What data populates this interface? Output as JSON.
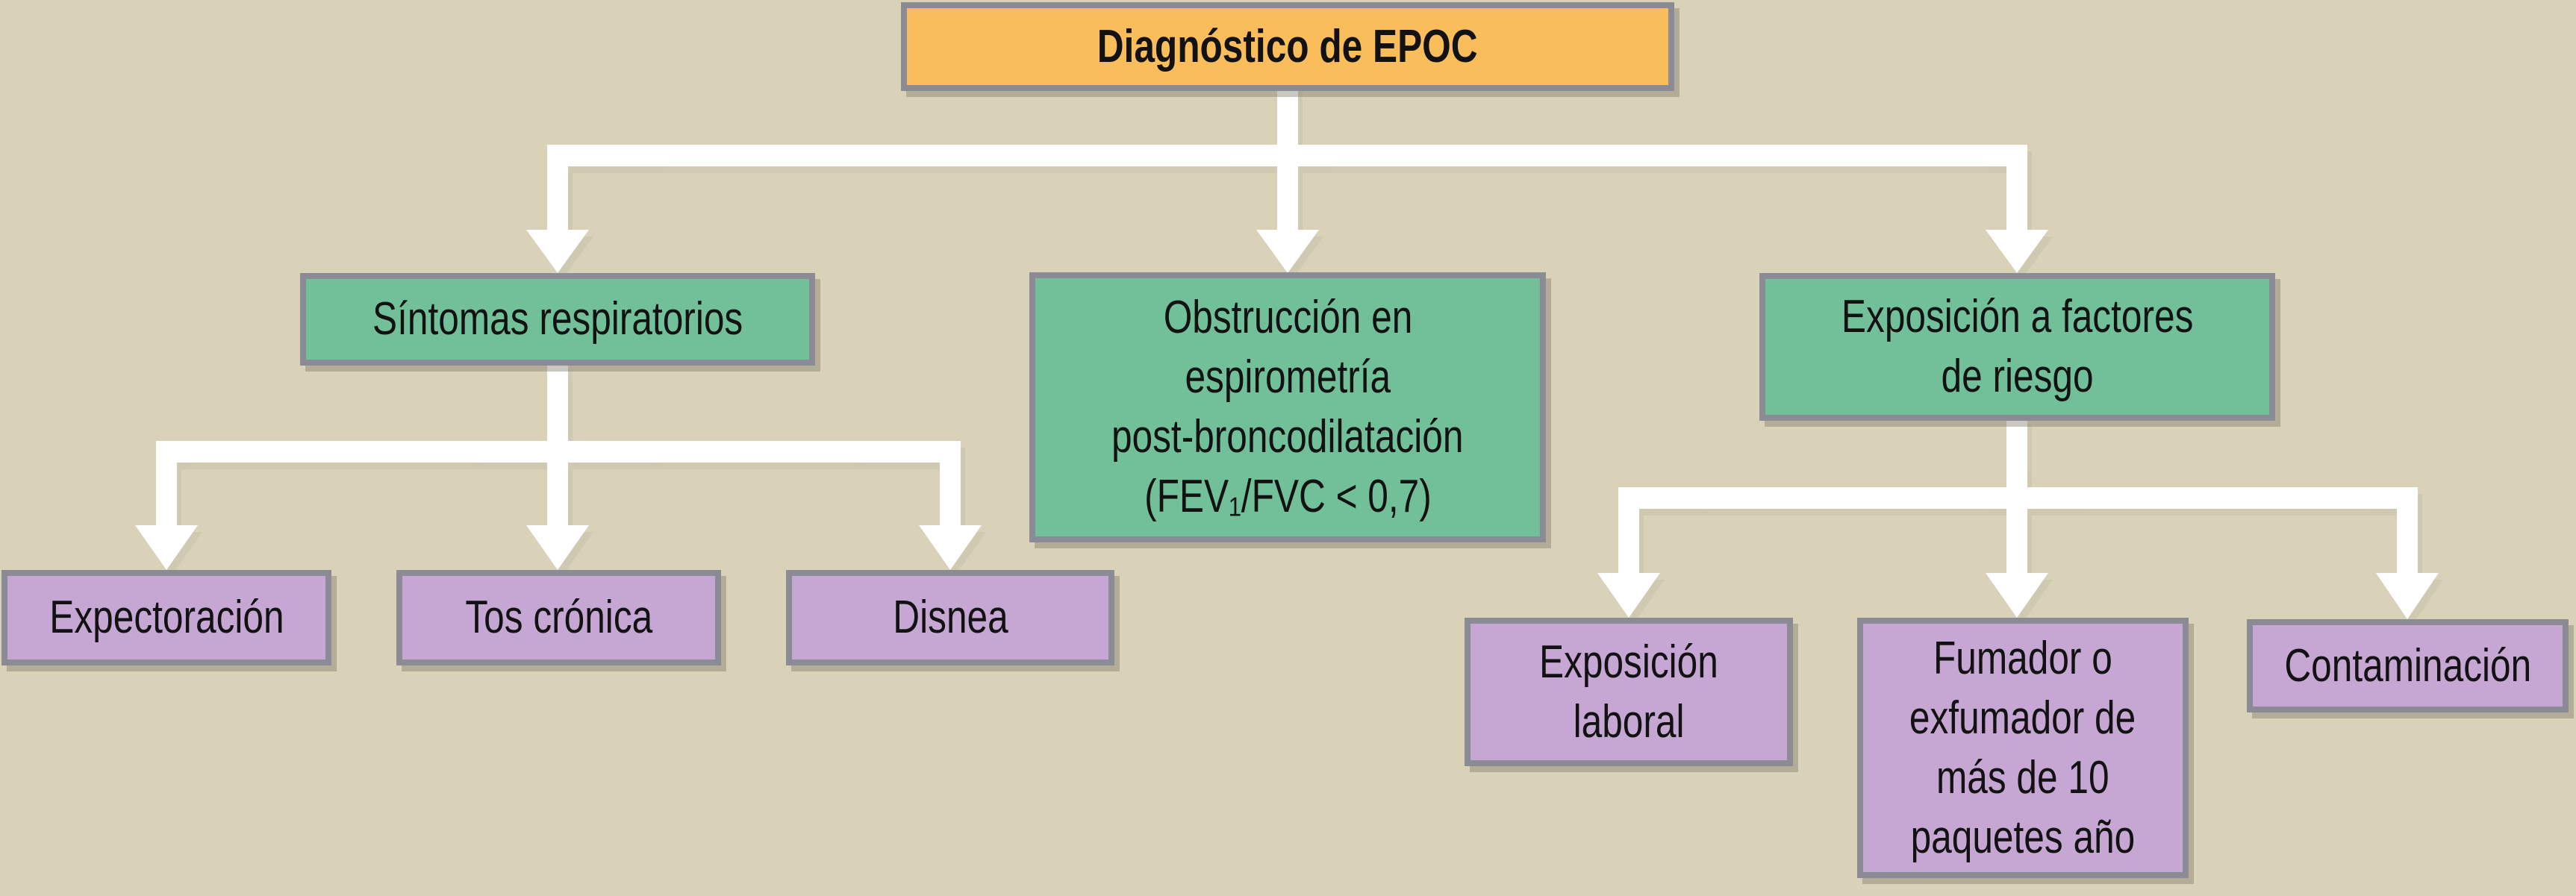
{
  "title": "Diagnóstico de EPOC",
  "colors": {
    "bg": "#d9d2b9",
    "root_fill": "#f9be5b",
    "branch_fill": "#72c09a",
    "leaf_fill": "#c6a7d4",
    "border_color": "#8a8b94",
    "text_color": "#121212",
    "arrow_color": "#ffffff"
  },
  "nodes": {
    "root": {
      "lines": [
        "Diagnóstico de EPOC"
      ]
    },
    "sintomas": {
      "lines": [
        "Síntomas respiratorios"
      ]
    },
    "obstruccion": {
      "lines": [
        "Obstrucción en",
        "espirometría",
        "post-broncodilatación",
        "(FEV₁/FVC < 0,7)"
      ]
    },
    "factores": {
      "lines": [
        "Exposición a factores",
        "de riesgo"
      ]
    },
    "expectoracion": {
      "lines": [
        "Expectoración"
      ]
    },
    "tos": {
      "lines": [
        "Tos crónica"
      ]
    },
    "disnea": {
      "lines": [
        "Disnea"
      ]
    },
    "laboral": {
      "lines": [
        "Exposición",
        "laboral"
      ]
    },
    "fumador": {
      "lines": [
        "Fumador o",
        "exfumador de",
        "más de 10",
        "paquetes año"
      ]
    },
    "contaminacion": {
      "lines": [
        "Contaminación"
      ]
    }
  }
}
